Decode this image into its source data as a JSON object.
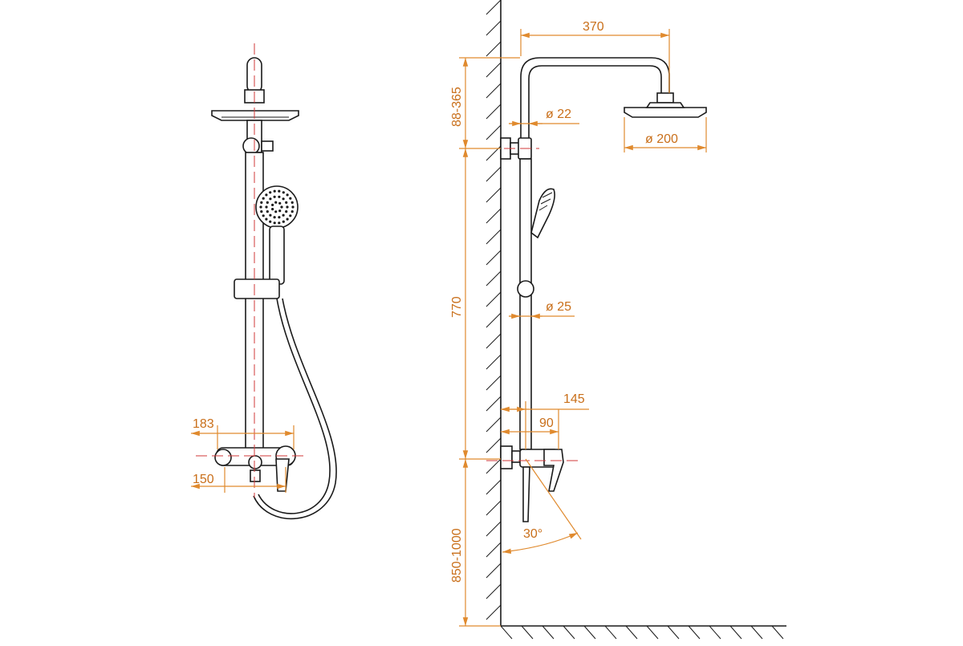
{
  "colors": {
    "outline": "#1a1a1a",
    "dimension": "#e08a2e",
    "dimension_text": "#c96f1a",
    "center_axis": "#d23a3a",
    "background": "#ffffff"
  },
  "front_view": {
    "dim_outlet_spacing": "183",
    "dim_inlet_spacing": "150"
  },
  "side_view": {
    "dim_arm_length": "370",
    "dim_top_height": "88-365",
    "dim_upper_pipe_diameter": "ø 22",
    "dim_head_diameter": "ø 200",
    "dim_rail_length": "770",
    "dim_lower_pipe_diameter": "ø 25",
    "dim_spout_projection": "145",
    "dim_mixer_projection": "90",
    "dim_install_height": "850-1000",
    "dim_lever_angle": "30°"
  }
}
